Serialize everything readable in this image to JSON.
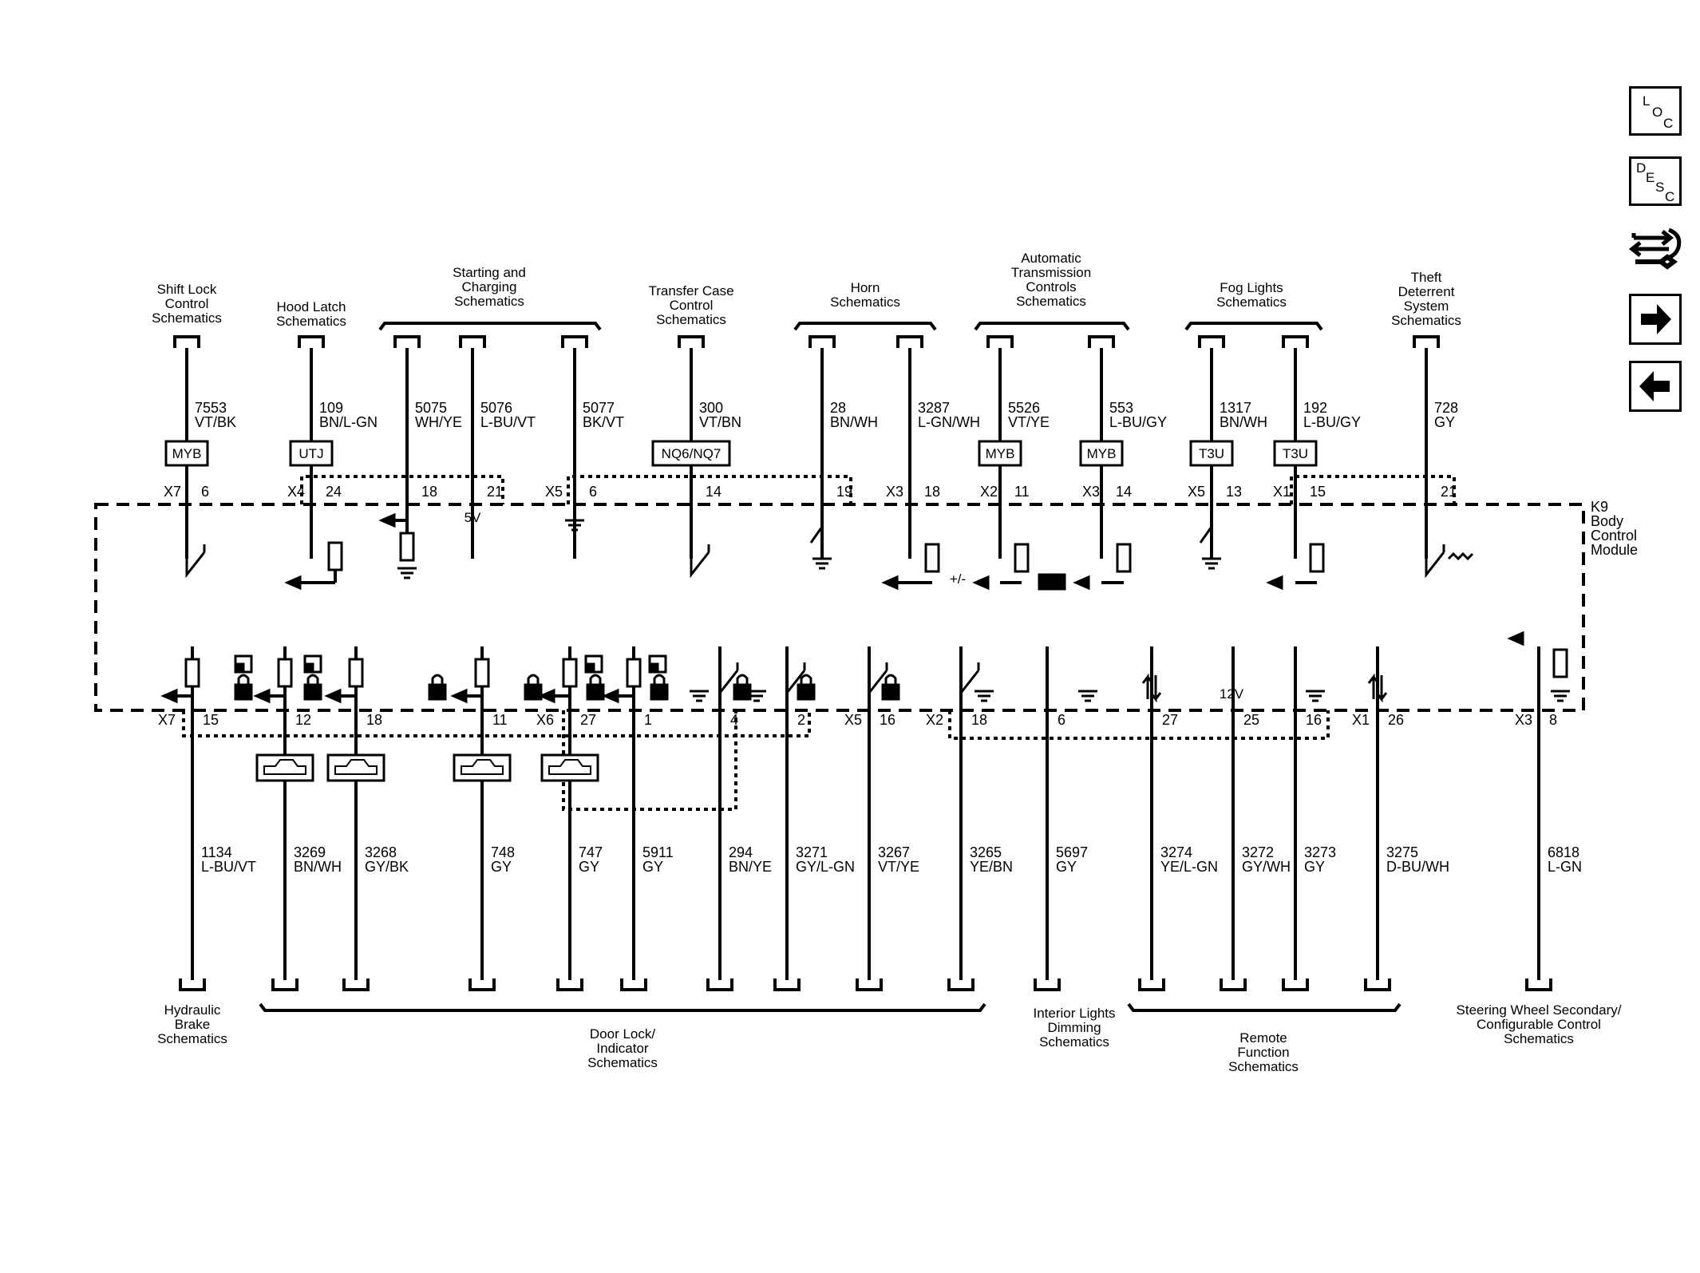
{
  "nav": {
    "loc": {
      "l1": "L",
      "l2": "O",
      "l3": "C"
    },
    "desc": {
      "l1": "D",
      "l2": "E",
      "l3": "S",
      "l4": "C"
    }
  },
  "module": {
    "id": "K9",
    "l1": "Body",
    "l2": "Control",
    "l3": "Module"
  },
  "top_groups": [
    {
      "lines": [
        "Shift Lock",
        "Control",
        "Schematics"
      ]
    },
    {
      "lines": [
        "Hood Latch",
        "Schematics"
      ]
    },
    {
      "lines": [
        "Starting and",
        "Charging",
        "Schematics"
      ]
    },
    {
      "lines": [
        "Transfer Case",
        "Control",
        "Schematics"
      ]
    },
    {
      "lines": [
        "Horn",
        "Schematics"
      ]
    },
    {
      "lines": [
        "Automatic",
        "Transmission",
        "Controls",
        "Schematics"
      ]
    },
    {
      "lines": [
        "Fog Lights",
        "Schematics"
      ]
    },
    {
      "lines": [
        "Theft",
        "Deterrent",
        "System",
        "Schematics"
      ]
    }
  ],
  "top_wires": [
    {
      "circuit": "7553",
      "color": "VT/BK",
      "connector": "X7",
      "pin": "6",
      "option": "MYB"
    },
    {
      "circuit": "109",
      "color": "BN/L-GN",
      "connector": "X4",
      "pin": "24",
      "option": "UTJ"
    },
    {
      "circuit": "5075",
      "color": "WH/YE",
      "pin": "18"
    },
    {
      "circuit": "5076",
      "color": "L-BU/VT",
      "pin": "21"
    },
    {
      "circuit": "5077",
      "color": "BK/VT",
      "connector": "X5",
      "pin": "6"
    },
    {
      "circuit": "300",
      "color": "VT/BN",
      "pin": "14",
      "option": "NQ6/NQ7"
    },
    {
      "circuit": "28",
      "color": "BN/WH",
      "pin": "19"
    },
    {
      "circuit": "3287",
      "color": "L-GN/WH",
      "connector": "X3",
      "pin": "18"
    },
    {
      "circuit": "5526",
      "color": "VT/YE",
      "connector": "X2",
      "pin": "11",
      "option": "MYB"
    },
    {
      "circuit": "553",
      "color": "L-BU/GY",
      "connector": "X3",
      "pin": "14",
      "option": "MYB"
    },
    {
      "circuit": "1317",
      "color": "BN/WH",
      "connector": "X5",
      "pin": "13",
      "option": "T3U"
    },
    {
      "circuit": "192",
      "color": "L-BU/GY",
      "connector": "X1",
      "pin": "15",
      "option": "T3U"
    },
    {
      "circuit": "728",
      "color": "GY",
      "pin": "21"
    }
  ],
  "internal_labels": {
    "v5": "5V",
    "pm": "+/-",
    "v12": "12V"
  },
  "bottom_wires": [
    {
      "circuit": "1134",
      "color": "L-BU/VT",
      "connector": "X7",
      "pin": "15"
    },
    {
      "circuit": "3269",
      "color": "BN/WH",
      "pin": "12"
    },
    {
      "circuit": "3268",
      "color": "GY/BK",
      "pin": "18"
    },
    {
      "circuit": "748",
      "color": "GY",
      "pin": "11"
    },
    {
      "circuit": "747",
      "color": "GY",
      "connector": "X6",
      "pin": "27"
    },
    {
      "circuit": "5911",
      "color": "GY",
      "pin": "1"
    },
    {
      "circuit": "294",
      "color": "BN/YE",
      "pin": "4"
    },
    {
      "circuit": "3271",
      "color": "GY/L-GN",
      "pin": "2"
    },
    {
      "circuit": "3267",
      "color": "VT/YE",
      "connector": "X5",
      "pin": "16"
    },
    {
      "circuit": "3265",
      "color": "YE/BN",
      "connector": "X2",
      "pin": "18"
    },
    {
      "circuit": "5697",
      "color": "GY",
      "pin": "6"
    },
    {
      "circuit": "3274",
      "color": "YE/L-GN",
      "pin": "27"
    },
    {
      "circuit": "3272",
      "color": "GY/WH",
      "pin": "25"
    },
    {
      "circuit": "3273",
      "color": "GY",
      "pin": "16"
    },
    {
      "circuit": "3275",
      "color": "D-BU/WH",
      "connector": "X1",
      "pin": "26"
    },
    {
      "circuit": "6818",
      "color": "L-GN",
      "connector": "X3",
      "pin": "8"
    }
  ],
  "bottom_groups": [
    {
      "lines": [
        "Hydraulic",
        "Brake",
        "Schematics"
      ]
    },
    {
      "lines": [
        "Door Lock/",
        "Indicator",
        "Schematics"
      ]
    },
    {
      "lines": [
        "Interior Lights",
        "Dimming",
        "Schematics"
      ]
    },
    {
      "lines": [
        "Remote",
        "Function",
        "Schematics"
      ]
    },
    {
      "lines": [
        "Steering Wheel Secondary/",
        "Configurable Control",
        "Schematics"
      ]
    }
  ]
}
